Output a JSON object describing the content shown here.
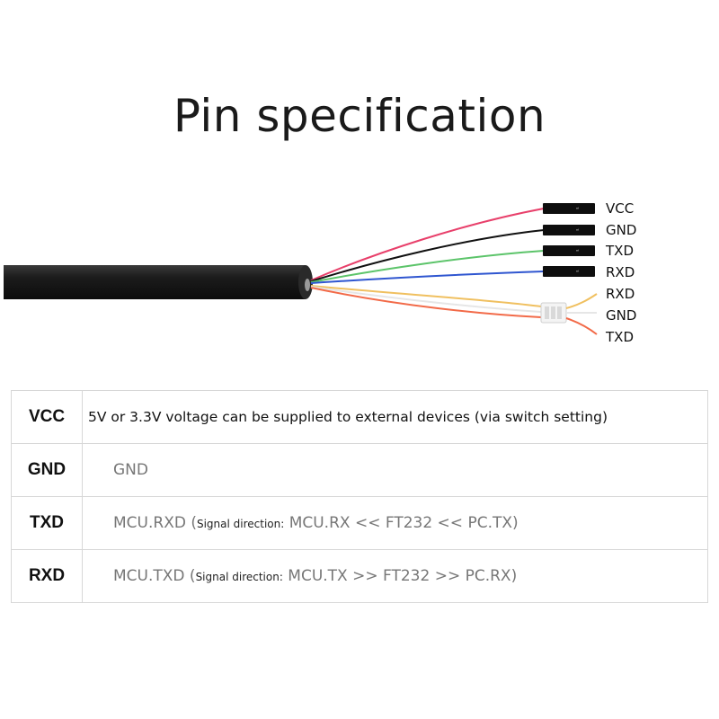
{
  "title": "Pin specification",
  "diagram": {
    "wires": [
      {
        "label": "VCC",
        "color": "#e8406b",
        "connector": "dupont"
      },
      {
        "label": "GND",
        "color": "#111111",
        "connector": "dupont"
      },
      {
        "label": "TXD",
        "color": "#5cc46a",
        "connector": "dupont"
      },
      {
        "label": "RXD",
        "color": "#2f56d0",
        "connector": "dupont"
      },
      {
        "label": "RXD",
        "color": "#f0c060",
        "connector": "jst"
      },
      {
        "label": "GND",
        "color": "#e6e6e6",
        "connector": "jst"
      },
      {
        "label": "TXD",
        "color": "#f26a48",
        "connector": "jst"
      }
    ],
    "cable_color": "#1c1c1c",
    "header_mark": "ᵒⁱ"
  },
  "table": {
    "rows": [
      {
        "pin": "VCC",
        "desc": "5V or 3.3V voltage can be supplied to external devices (via switch setting)"
      },
      {
        "pin": "GND",
        "desc": "GND"
      },
      {
        "pin": "TXD",
        "desc": "MCU.RXD",
        "paren": "(",
        "sig_label": "Signal direction:",
        "sig": "MCU.RX << FT232 << PC.TX)"
      },
      {
        "pin": "RXD",
        "desc": "MCU.TXD",
        "paren": "(",
        "sig_label": "Signal direction:",
        "sig": "MCU.TX >> FT232 >> PC.RX)"
      }
    ]
  }
}
